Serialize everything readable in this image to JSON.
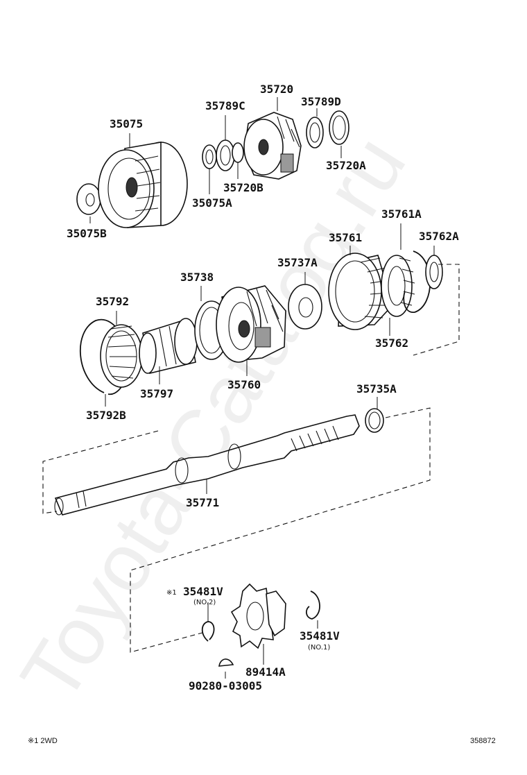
{
  "labels": {
    "p35075": "35075",
    "p35075B": "35075B",
    "p35789C": "35789C",
    "p35720": "35720",
    "p35789D": "35789D",
    "p35720A": "35720A",
    "p35720B": "35720B",
    "p35075A": "35075A",
    "p35761A": "35761A",
    "p35762A": "35762A",
    "p35761": "35761",
    "p35737A": "35737A",
    "p35738": "35738",
    "p35792": "35792",
    "p35762": "35762",
    "p35760": "35760",
    "p35797": "35797",
    "p35792B": "35792B",
    "p35735A": "35735A",
    "p35771": "35771",
    "p35481V_no2": "35481V",
    "p35481V_no1": "35481V",
    "p89414A": "89414A",
    "p90280": "90280-03005"
  },
  "sublabels": {
    "no2": "(NO.2)",
    "no1": "(NO.1)",
    "marker": "※1"
  },
  "footer": {
    "note": "※1 2WD",
    "diagram_number": "358872"
  },
  "watermark": "Toyota-Catalog.ru"
}
